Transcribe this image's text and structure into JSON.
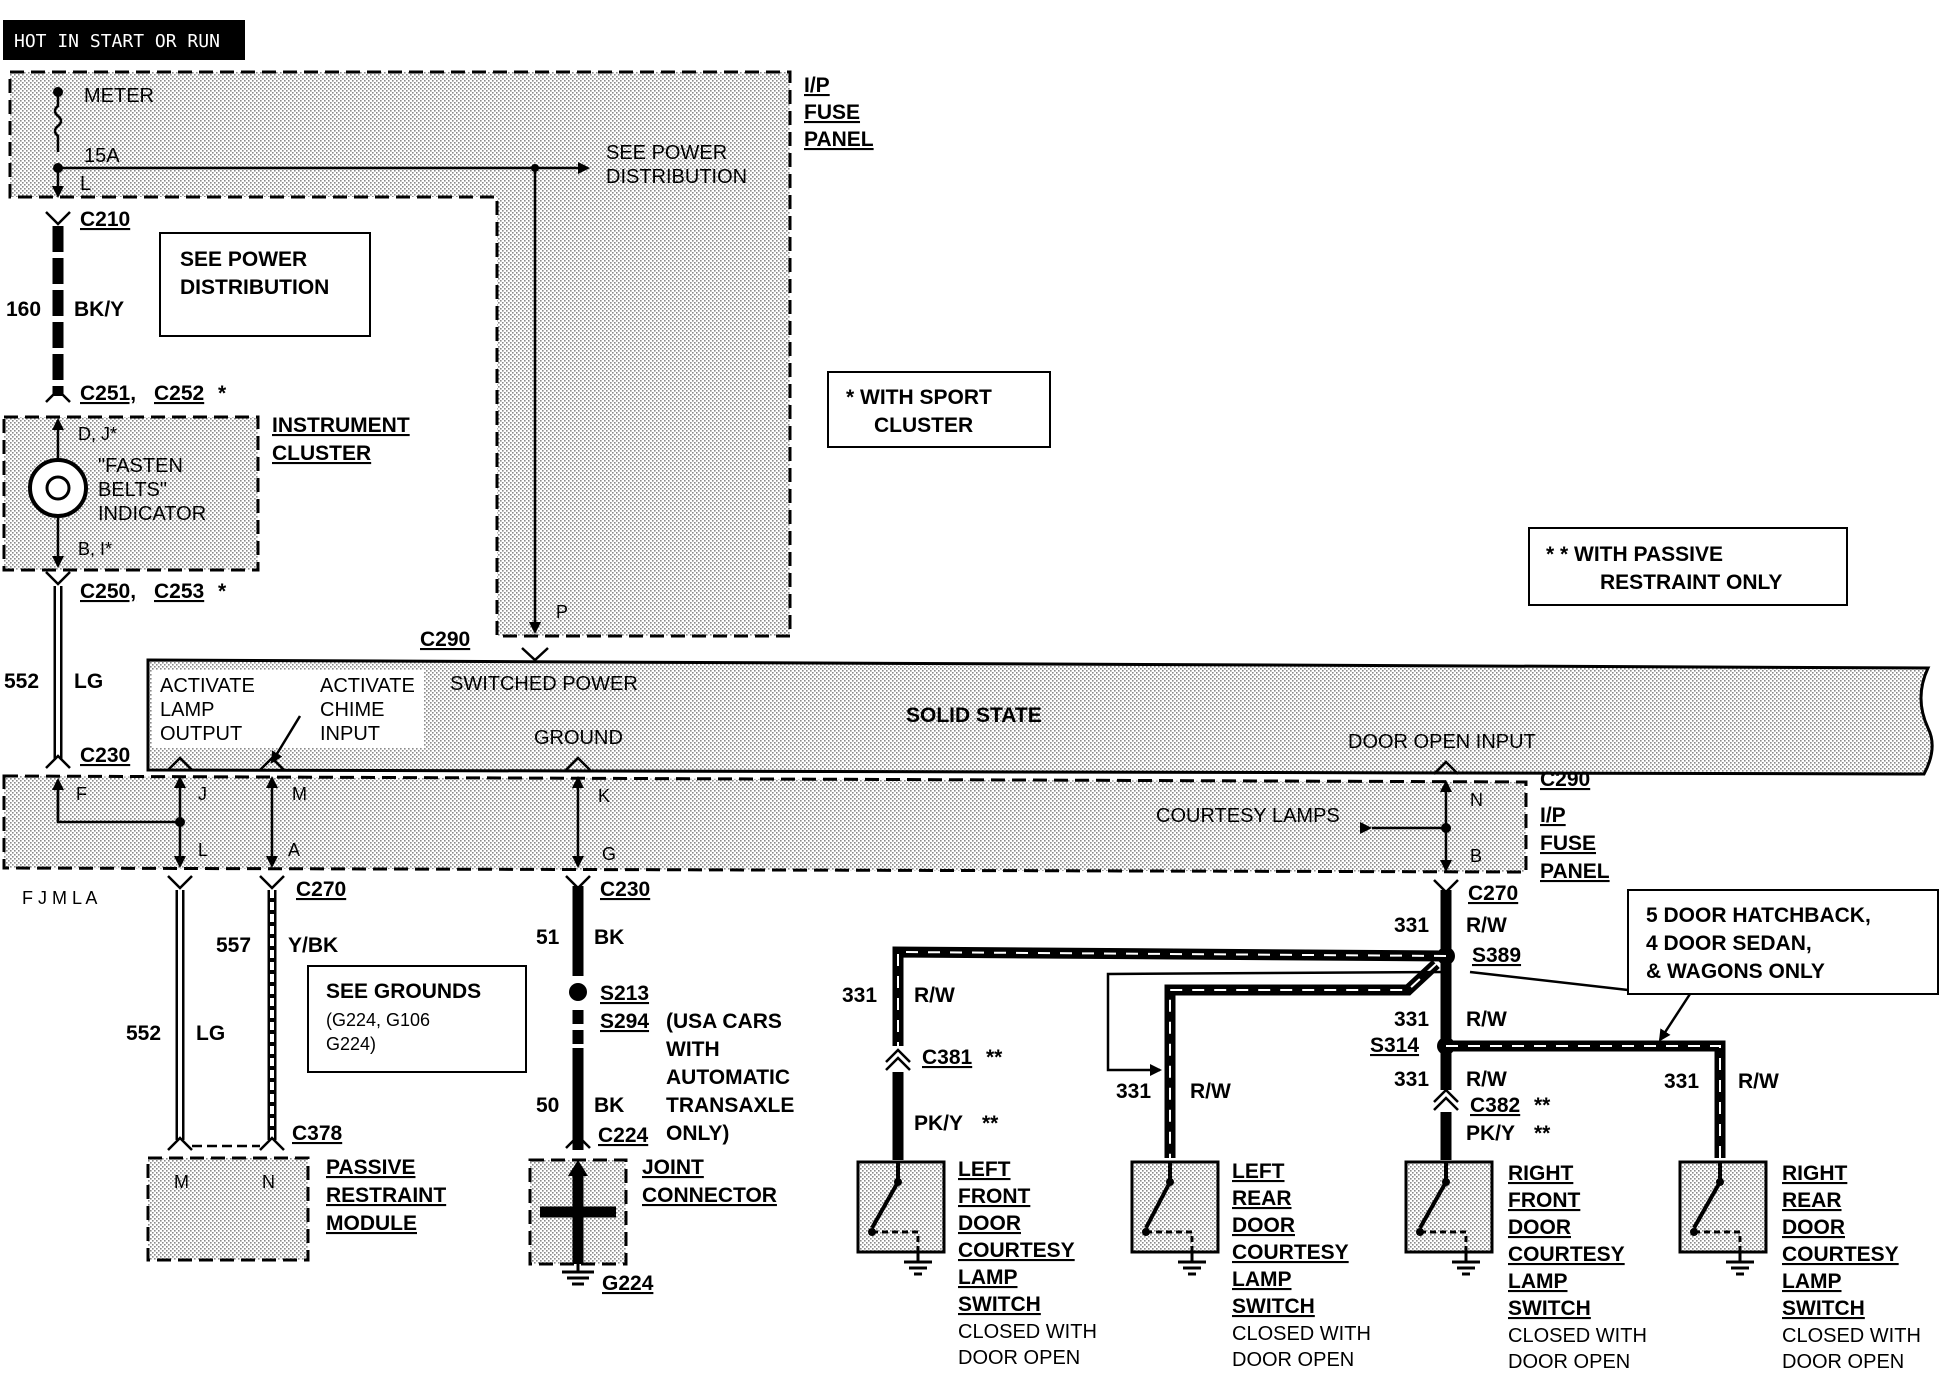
{
  "header": "HOT IN START OR RUN",
  "fuse_panel_top": {
    "line1": "I/P",
    "line2": "FUSE",
    "line3": "PANEL"
  },
  "meter": "METER",
  "fuse_rating": "15A",
  "pin_l": "L",
  "see_power_top": {
    "line1": "SEE POWER",
    "line2": "DISTRIBUTION"
  },
  "c210": "C210",
  "see_power_box": {
    "line1": "SEE POWER",
    "line2": "DISTRIBUTION"
  },
  "wire_160": "160",
  "wire_bky": "BK/Y",
  "c251": "C251,",
  "c252": "C252",
  "star": "*",
  "instrument_cluster": {
    "line1": "INSTRUMENT",
    "line2": "CLUSTER"
  },
  "pins_dj": "D, J*",
  "fasten_belts": {
    "line1": "\"FASTEN",
    "line2": "BELTS\"",
    "line3": "INDICATOR"
  },
  "pins_bi": "B, I*",
  "c250": "C250,",
  "c253": "C253",
  "sport_note": {
    "line1": "* WITH SPORT",
    "line2": "CLUSTER"
  },
  "passive_note": {
    "line1": "* * WITH PASSIVE",
    "line2": "RESTRAINT ONLY"
  },
  "pin_p": "P",
  "c290": "C290",
  "wire_552": "552",
  "wire_lg": "LG",
  "solid_state": {
    "activate_lamp": {
      "line1": "ACTIVATE",
      "line2": "LAMP",
      "line3": "OUTPUT"
    },
    "activate_chime": {
      "line1": "ACTIVATE",
      "line2": "CHIME",
      "line3": "INPUT"
    },
    "switched_power": "SWITCHED POWER",
    "title": "SOLID  STATE",
    "ground": "GROUND",
    "door_open_input": "DOOR OPEN INPUT"
  },
  "c230": "C230",
  "pins": {
    "f": "F",
    "j": "J",
    "m": "M",
    "k": "K",
    "n": "N",
    "l": "L",
    "a": "A",
    "g": "G",
    "b": "B"
  },
  "fjmla": "F  J  M  L  A",
  "courtesy_lamps": "COURTESY LAMPS",
  "c290_right": "C290",
  "fuse_panel_bottom": {
    "line1": "I/P",
    "line2": "FUSE",
    "line3": "PANEL"
  },
  "c270": "C270",
  "wire_557": "557",
  "wire_ybk": "Y/BK",
  "see_grounds": {
    "line1": "SEE GROUNDS",
    "line2": "(G224, G106",
    "line3": "G224)"
  },
  "c378": "C378",
  "pin_m": "M",
  "pin_n": "N",
  "passive_module": {
    "line1": "PASSIVE",
    "line2": "RESTRAINT",
    "line3": "MODULE"
  },
  "wire_51": "51",
  "wire_bk": "BK",
  "s213": "S213",
  "s294": "S294",
  "usa_note": {
    "line1": "(USA CARS",
    "line2": "WITH",
    "line3": "AUTOMATIC",
    "line4": "TRANSAXLE",
    "line5": "ONLY)"
  },
  "wire_50": "50",
  "c224": "C224",
  "joint_connector": {
    "line1": "JOINT",
    "line2": "CONNECTOR"
  },
  "g224": "G224",
  "wire_331": "331",
  "wire_rw": "R/W",
  "s389": "S389",
  "s314": "S314",
  "hatchback_note": {
    "line1": "5 DOOR HATCHBACK,",
    "line2": "4 DOOR SEDAN,",
    "line3": "& WAGONS ONLY"
  },
  "c381": "C381",
  "c382": "C382",
  "dstar": "**",
  "wire_pky": "PK/Y",
  "switches": [
    {
      "l1": "LEFT",
      "l2": "FRONT",
      "l3": "DOOR",
      "l4": "COURTESY",
      "l5": "LAMP",
      "l6": "SWITCH",
      "l7": "CLOSED WITH",
      "l8": "DOOR OPEN"
    },
    {
      "l1": "LEFT",
      "l2": "REAR",
      "l3": "DOOR",
      "l4": "COURTESY",
      "l5": "LAMP",
      "l6": "SWITCH",
      "l7": "CLOSED WITH",
      "l8": "DOOR OPEN"
    },
    {
      "l1": "RIGHT",
      "l2": "FRONT",
      "l3": "DOOR",
      "l4": "COURTESY",
      "l5": "LAMP",
      "l6": "SWITCH",
      "l7": "CLOSED WITH",
      "l8": "DOOR OPEN"
    },
    {
      "l1": "RIGHT",
      "l2": "REAR",
      "l3": "DOOR",
      "l4": "COURTESY",
      "l5": "LAMP",
      "l6": "SWITCH",
      "l7": "CLOSED WITH",
      "l8": "DOOR OPEN"
    }
  ]
}
